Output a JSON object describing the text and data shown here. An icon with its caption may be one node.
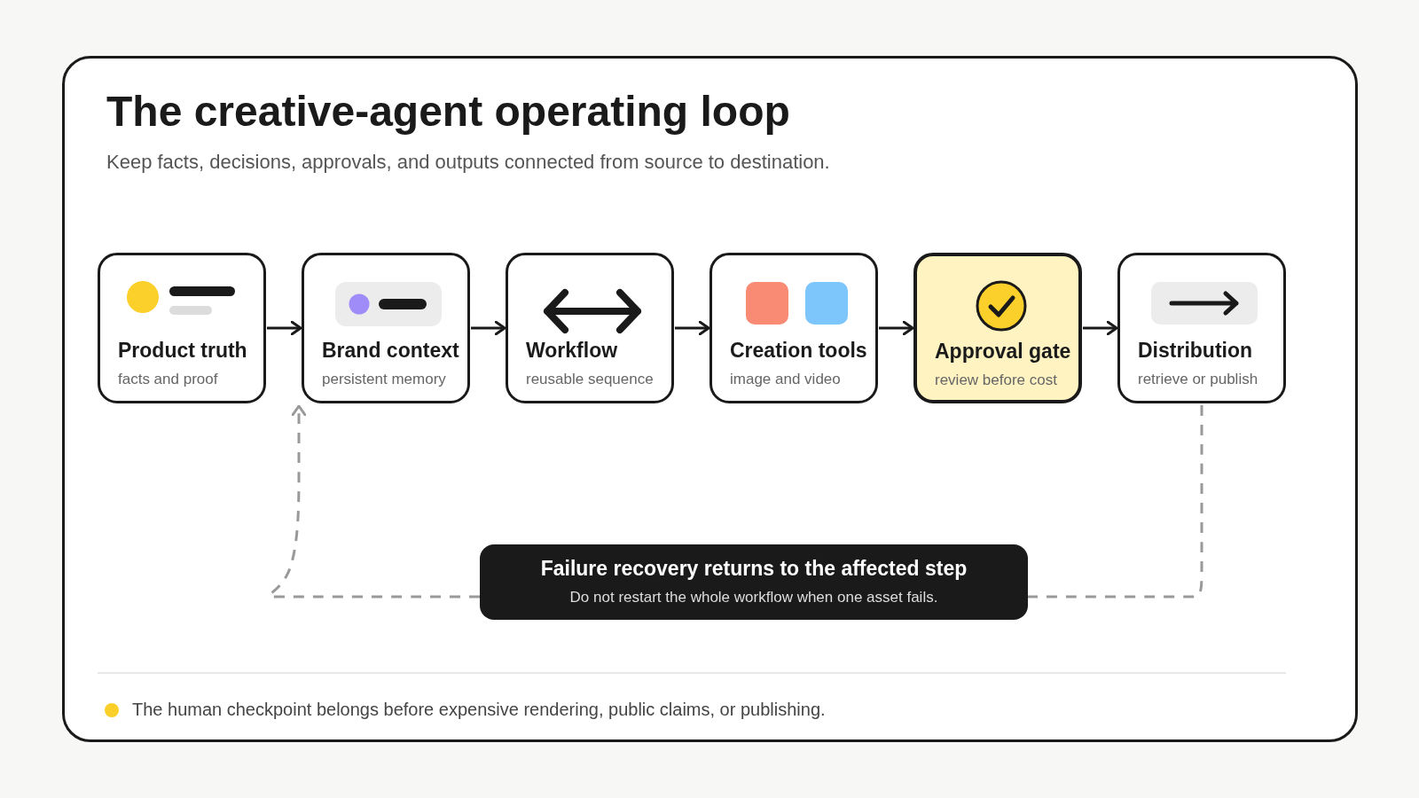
{
  "diagram": {
    "title": "The creative-agent operating loop",
    "nodes": [
      {
        "text": [
          "Product truth",
          "facts and proof"
        ]
      },
      {
        "text": [
          "Brand context",
          "persistent memory"
        ]
      },
      {
        "text": [
          "Workflow",
          "reusable sequence"
        ]
      },
      {
        "text": [
          "Creation tools",
          "image and video"
        ]
      },
      {
        "text": [
          "Approval gate",
          "review before cost"
        ]
      },
      {
        "text": [
          "Distribution",
          "retrieve or publish"
        ]
      },
      {
        "text": [
          "Failure recovery returns to the affected step",
          "Do not restart the whole workflow when one asset fails."
        ]
      }
    ],
    "edges": [
      {
        "from": 0,
        "to": 1,
        "arrow": "to"
      },
      {
        "from": 1,
        "to": 2,
        "arrow": "to"
      },
      {
        "from": 2,
        "to": 3,
        "arrow": "to"
      },
      {
        "from": 3,
        "to": 4,
        "arrow": "to"
      },
      {
        "from": 4,
        "to": 5,
        "arrow": "to"
      },
      {
        "from": 5,
        "to": 6,
        "arrow": "none",
        "style": "dashed",
        "color": "#999999"
      },
      {
        "from": 6,
        "to": 1,
        "arrow": "to",
        "style": "dashed",
        "color": "#999999"
      }
    ],
    "labels": [
      "Keep facts, decisions, approvals, and outputs connected from source to destination."
    ],
    "legend": [
      {
        "text": "The human checkpoint belongs before expensive rendering, public claims, or publishing.",
        "color": "#fbcf2a"
      }
    ]
  }
}
